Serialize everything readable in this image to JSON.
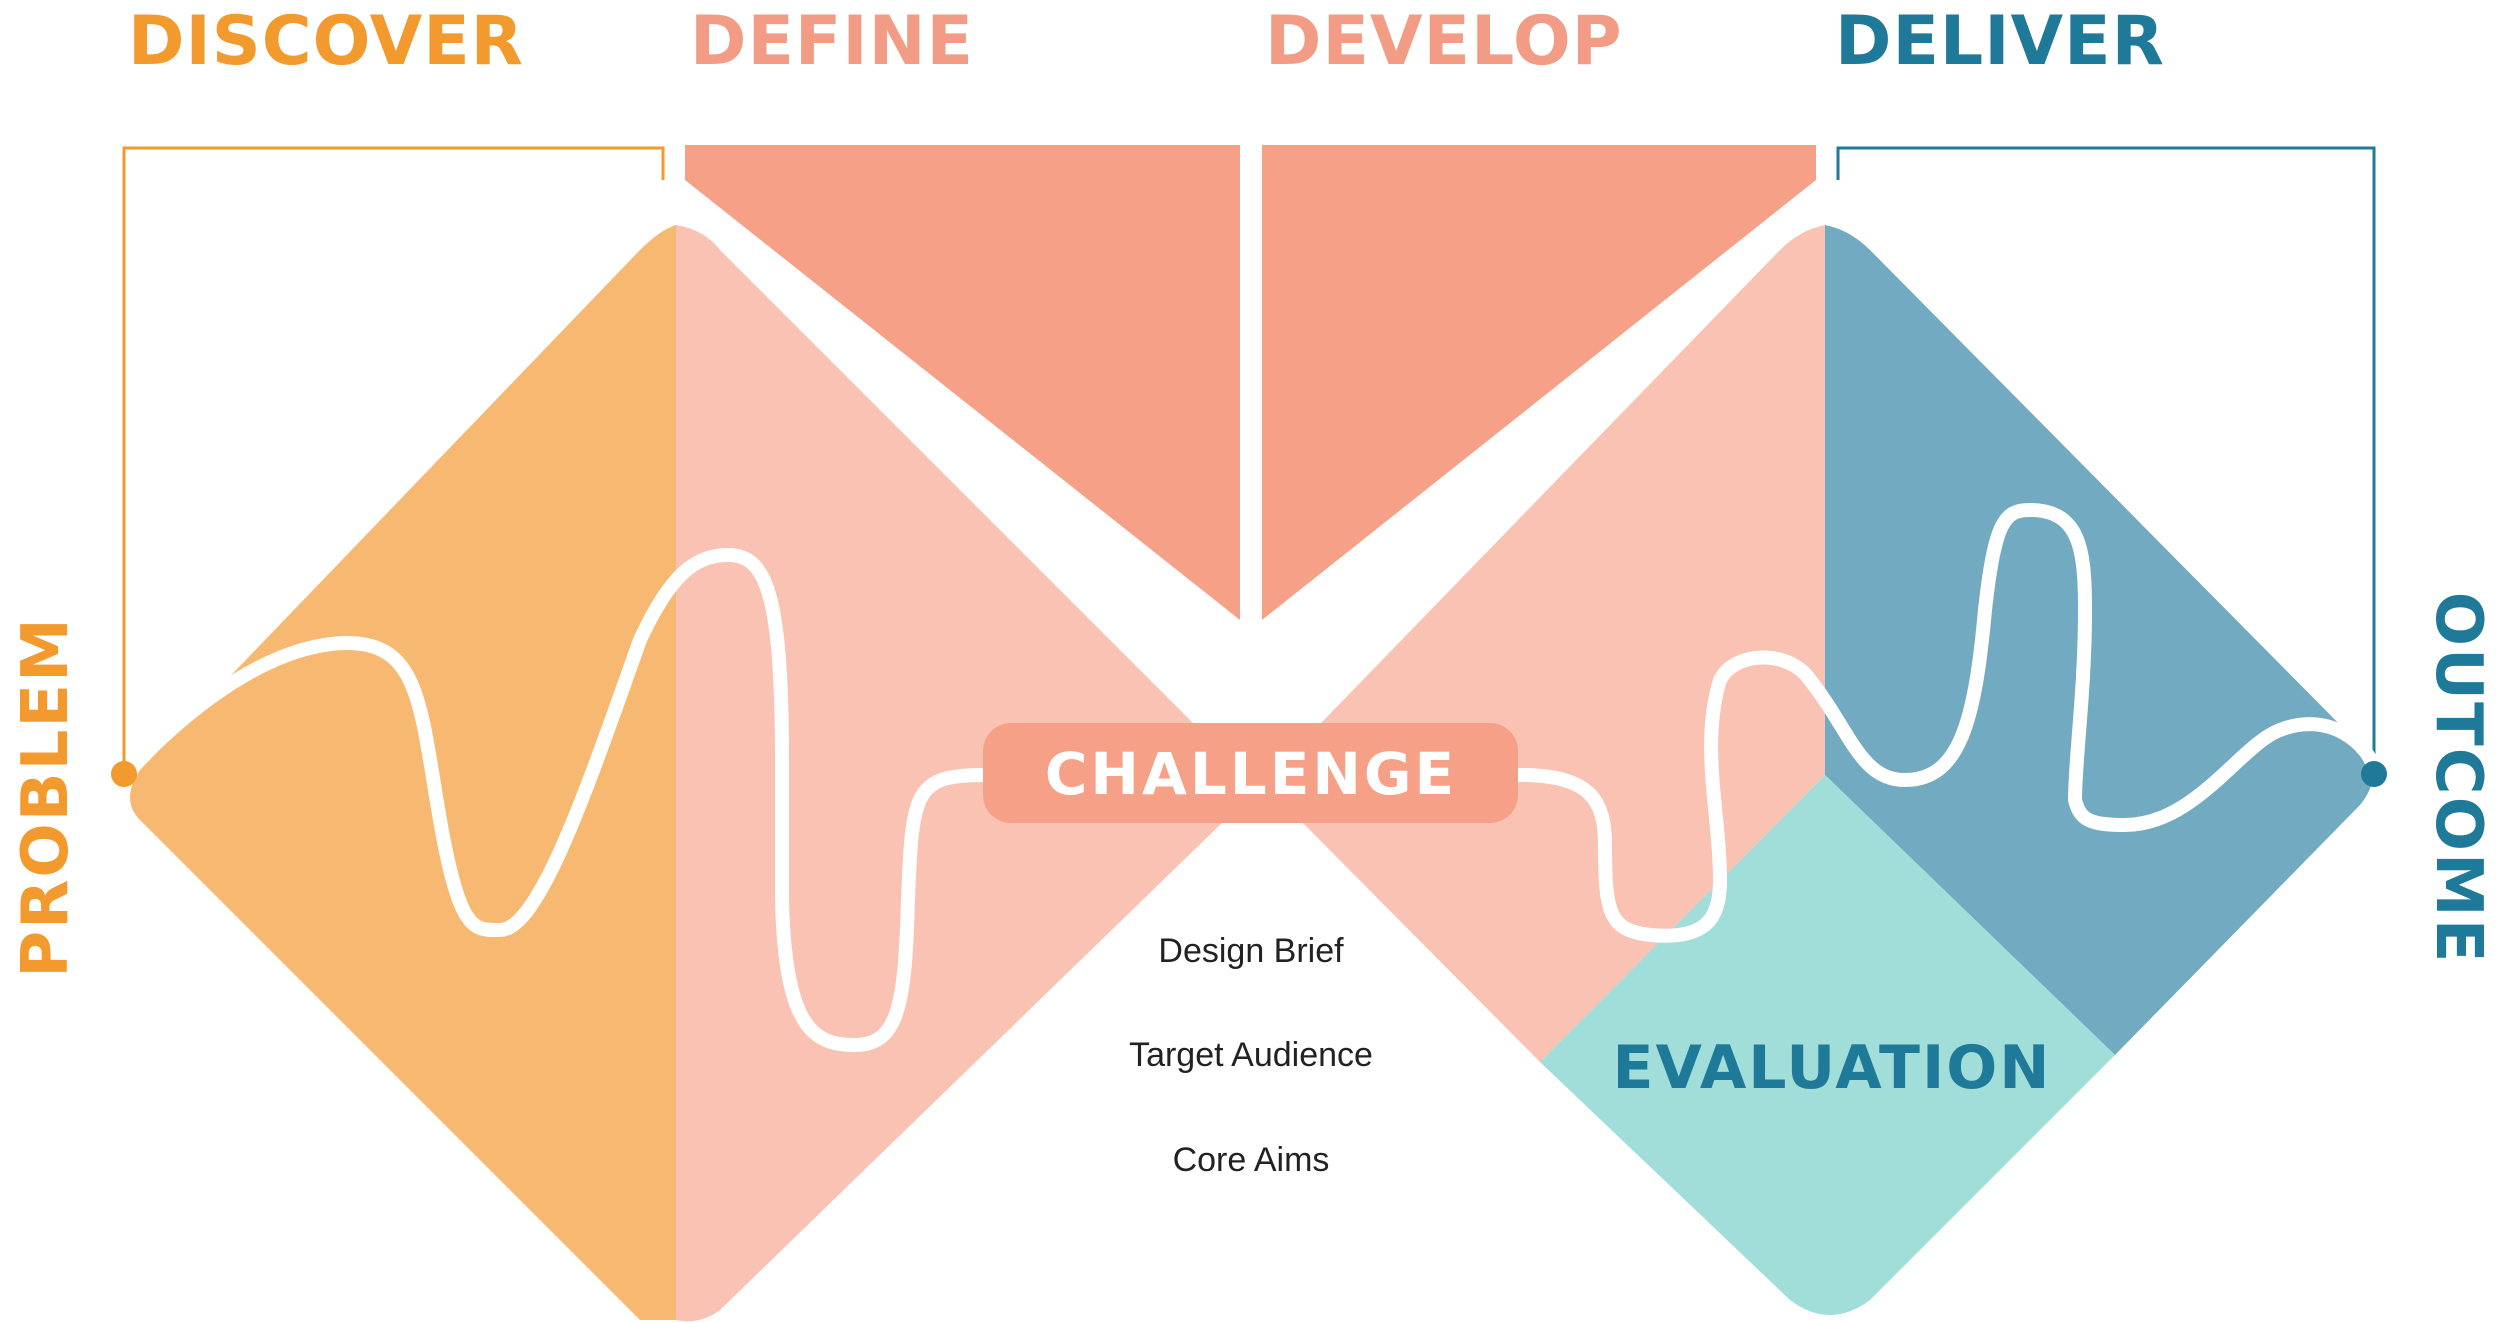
{
  "phases": {
    "discover": "DISCOVER",
    "define": "DEFINE",
    "develop": "DEVELOP",
    "deliver": "DELIVER"
  },
  "endpoints": {
    "start": "PROBLEM",
    "end": "OUTCOME"
  },
  "center": {
    "challenge": "CHALLENGE",
    "notes": [
      "Design Brief",
      "Target Audience",
      "Core Aims"
    ]
  },
  "evaluation": "EVALUATION",
  "colors": {
    "orange": "#f39a2e",
    "orange_fill": "#f7b872",
    "salmon": "#f7a088",
    "salmon_light": "#f9c2b2",
    "salmon_text": "#f39c85",
    "teal_dark": "#1f7a9a",
    "teal_fill": "#72abc1",
    "mint": "#a1ddd9"
  }
}
